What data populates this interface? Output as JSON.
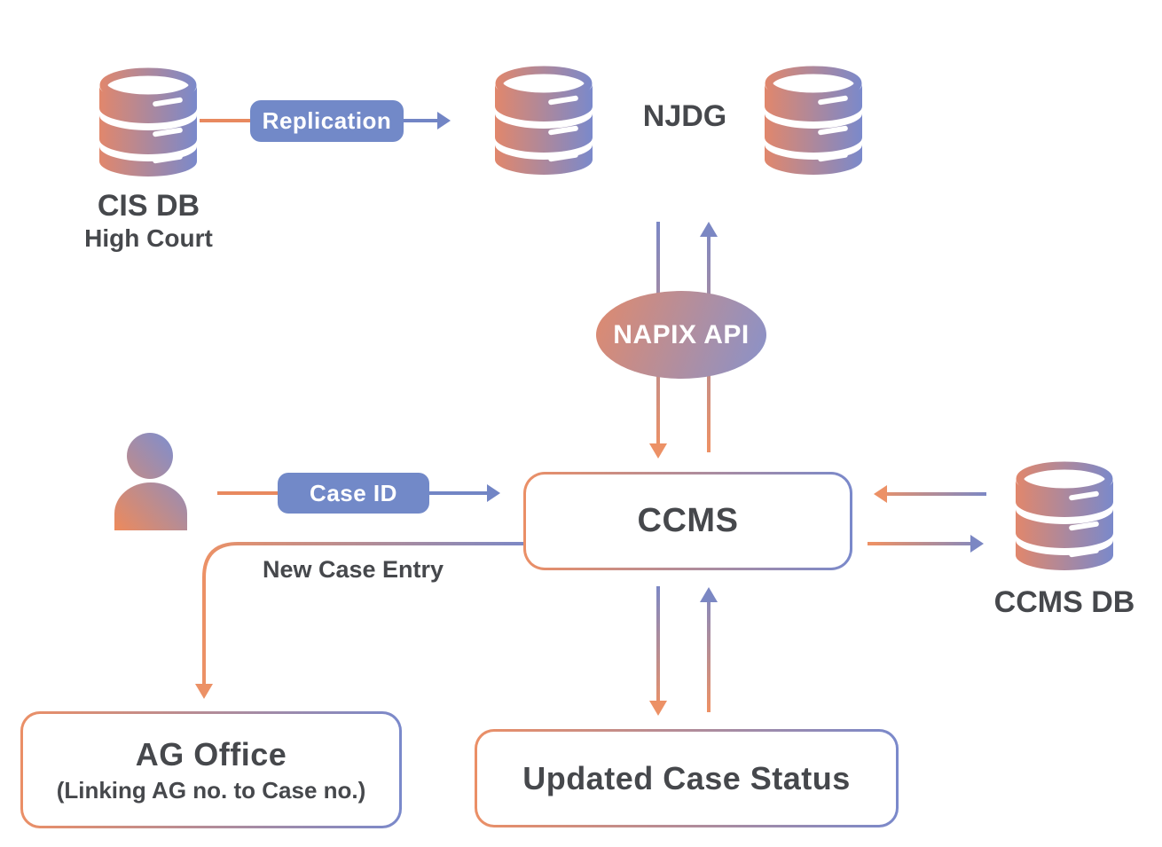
{
  "nodes": {
    "cis_db": {
      "label": "CIS DB",
      "sublabel": "High Court",
      "icon": "database-icon"
    },
    "njdg": {
      "label": "NJDG",
      "icon": "database-icon"
    },
    "napix_api": {
      "label": "NAPIX API"
    },
    "ccms": {
      "label": "CCMS"
    },
    "ccms_db": {
      "label": "CCMS DB",
      "icon": "database-icon"
    },
    "user": {
      "icon": "person-icon"
    },
    "ag_office": {
      "label": "AG Office",
      "sublabel": "(Linking AG no. to Case no.)"
    },
    "updated_case_status": {
      "label": "Updated Case Status"
    }
  },
  "edges": {
    "replication": {
      "label": "Replication"
    },
    "case_id": {
      "label": "Case ID"
    },
    "new_case_entry": {
      "label": "New Case Entry"
    }
  },
  "colors": {
    "gradient_orange": "#EC9166",
    "gradient_blue": "#7A89CB",
    "badge_blue": "#7289C8",
    "text_dark": "#46484C",
    "badge_text": "#FFFFFF",
    "background": "#FFFFFF"
  }
}
